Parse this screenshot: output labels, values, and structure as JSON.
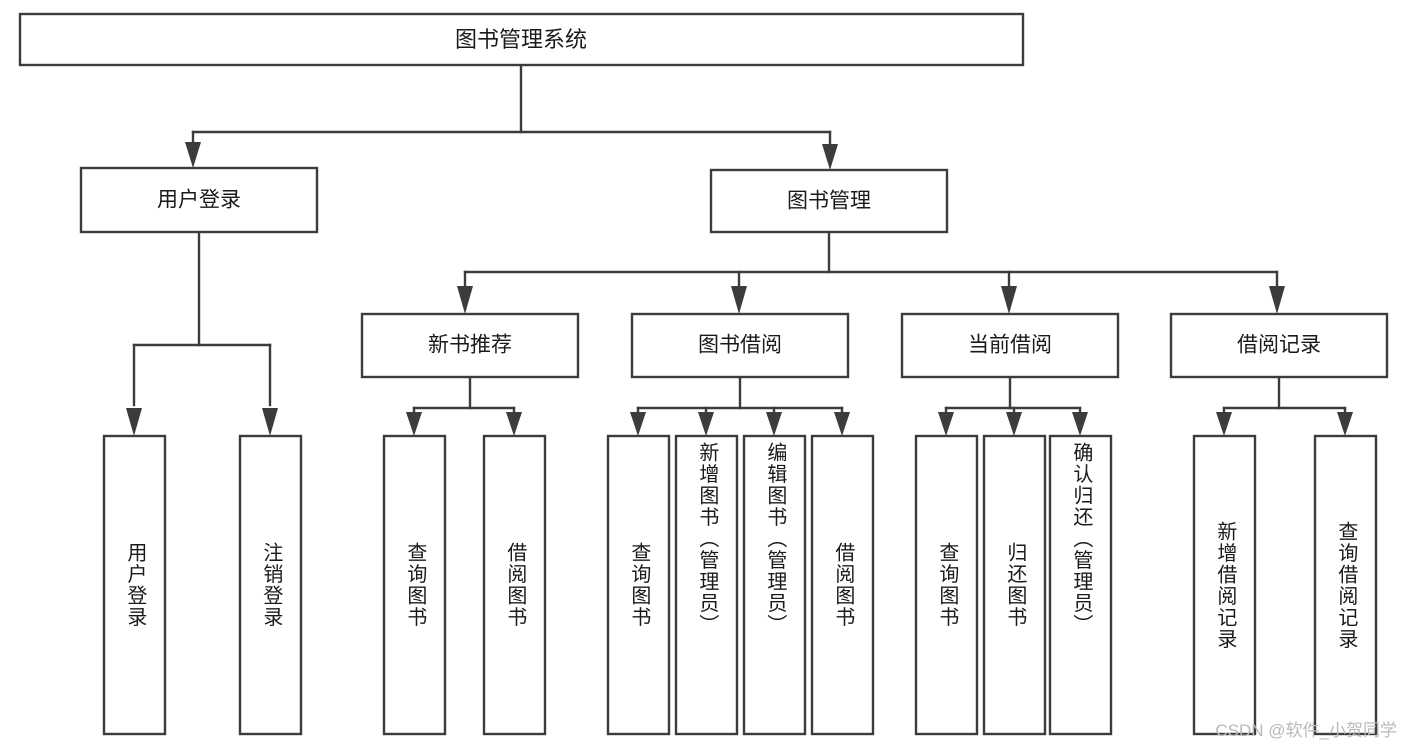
{
  "diagram": {
    "title": "图书管理系统",
    "type": "tree",
    "watermark": "CSDN @软件_小贺同学",
    "colors": {
      "stroke": "#3c3c3c",
      "fill": "#ffffff",
      "text": "#1a1a1a",
      "watermark": "#b9b9b9",
      "background": "#ffffff"
    },
    "root": {
      "label": "图书管理系统"
    },
    "level1": [
      {
        "label": "用户登录"
      },
      {
        "label": "图书管理"
      }
    ],
    "level2": [
      {
        "label": "新书推荐"
      },
      {
        "label": "图书借阅"
      },
      {
        "label": "当前借阅"
      },
      {
        "label": "借阅记录"
      }
    ],
    "leaves": {
      "user_login": [
        {
          "label": "用户登录"
        },
        {
          "label": "注销登录"
        }
      ],
      "new_book_recommend": [
        {
          "label": "查询图书"
        },
        {
          "label": "借阅图书"
        }
      ],
      "book_borrow": [
        {
          "label": "查询图书"
        },
        {
          "label": "新增图书（管理员）"
        },
        {
          "label": "编辑图书（管理员）"
        },
        {
          "label": "借阅图书"
        }
      ],
      "current_borrow": [
        {
          "label": "查询图书"
        },
        {
          "label": "归还图书"
        },
        {
          "label": "确认归还（管理员）"
        }
      ],
      "borrow_record": [
        {
          "label": "新增借阅记录"
        },
        {
          "label": "查询借阅记录"
        }
      ]
    }
  }
}
